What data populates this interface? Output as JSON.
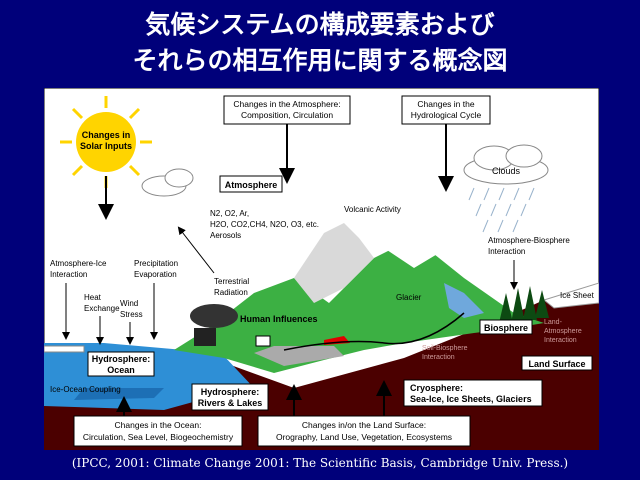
{
  "title": {
    "line1": "気候システムの構成要素および",
    "line2": "それらの相互作用に関する概念図"
  },
  "diagram": {
    "sun_label": [
      "Changes in",
      "Solar Inputs"
    ],
    "atmosphere_changes": [
      "Changes in the Atmosphere:",
      "Composition, Circulation"
    ],
    "hydro_cycle_changes": [
      "Changes in the",
      "Hydrological Cycle"
    ],
    "atmosphere_label": "Atmosphere",
    "clouds_label": "Clouds",
    "gases": [
      "N2, O2, Ar,",
      "H2O, CO2,CH4, N2O, O3, etc.",
      "Aerosols"
    ],
    "volcanic_label": "Volcanic Activity",
    "atmos_biosphere_label": [
      "Atmosphere-Biosphere",
      "Interaction"
    ],
    "atmos_ice_label": [
      "Atmosphere-Ice",
      "Interaction"
    ],
    "precip_label": [
      "Precipitation",
      "Evaporation"
    ],
    "heat_label": [
      "Heat",
      "Exchange"
    ],
    "wind_label": [
      "Wind",
      "Stress"
    ],
    "terrestrial_label": [
      "Terrestrial",
      "Radiation"
    ],
    "human_label": "Human Influences",
    "glacier_label": "Glacier",
    "ice_sheet_label": "Ice Sheet",
    "biosphere_label": "Biosphere",
    "soil_biosphere_label": [
      "Soil-Biosphere",
      "Interaction"
    ],
    "land_atmos_label": [
      "Land-",
      "Atmosphere",
      "Interaction"
    ],
    "land_surface_label": "Land Surface",
    "sea_ice_label": "Sea-Ice",
    "hydrosphere_ocean_label": [
      "Hydrosphere:",
      "Ocean"
    ],
    "ice_ocean_label": "Ice-Ocean Coupling",
    "hydrosphere_rivers_label": [
      "Hydrosphere:",
      "Rivers & Lakes"
    ],
    "cryosphere_label": [
      "Cryosphere:",
      "Sea-Ice,  Ice Sheets,  Glaciers"
    ],
    "ocean_changes": [
      "Changes in the Ocean:",
      "Circulation, Sea Level, Biogeochemistry"
    ],
    "land_changes": [
      "Changes in/on the Land Surface:",
      "Orography, Land Use, Vegetation, Ecosystems"
    ],
    "colors": {
      "sun": "#ffd400",
      "sky": "#ffffff",
      "ocean": "#2e8fd6",
      "land": "#4b0000",
      "hills": "#3cb043",
      "trees": "#0d4a12",
      "car": "#e00000"
    }
  },
  "caption": "(IPCC, 2001: Climate Change 2001: The Scientific Basis, Cambridge Univ. Press.)"
}
